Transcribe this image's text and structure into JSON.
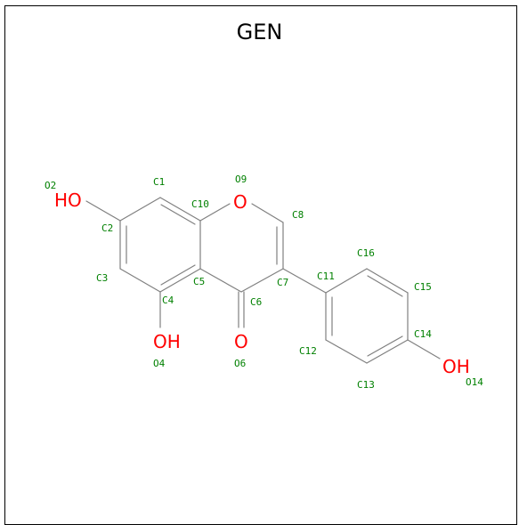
{
  "title": "GEN",
  "colors": {
    "bond": "#808080",
    "heteroatom": "#ff0000",
    "atom_label": "#008000",
    "frame": "#000000"
  },
  "heteroatoms": {
    "o2": "HO",
    "o9": "O",
    "o4": "OH",
    "o6": "O",
    "o14": "OH"
  },
  "atom_labels": {
    "O2": "O2",
    "C1": "C1",
    "O9": "O9",
    "C10": "C10",
    "C8": "C8",
    "C2": "C2",
    "C3": "C3",
    "C5": "C5",
    "C4": "C4",
    "C7": "C7",
    "C6": "C6",
    "C11": "C11",
    "C16": "C16",
    "C15": "C15",
    "C14": "C14",
    "C12": "C12",
    "O4": "O4",
    "O6": "O6",
    "C13": "C13",
    "O14": "O14"
  }
}
